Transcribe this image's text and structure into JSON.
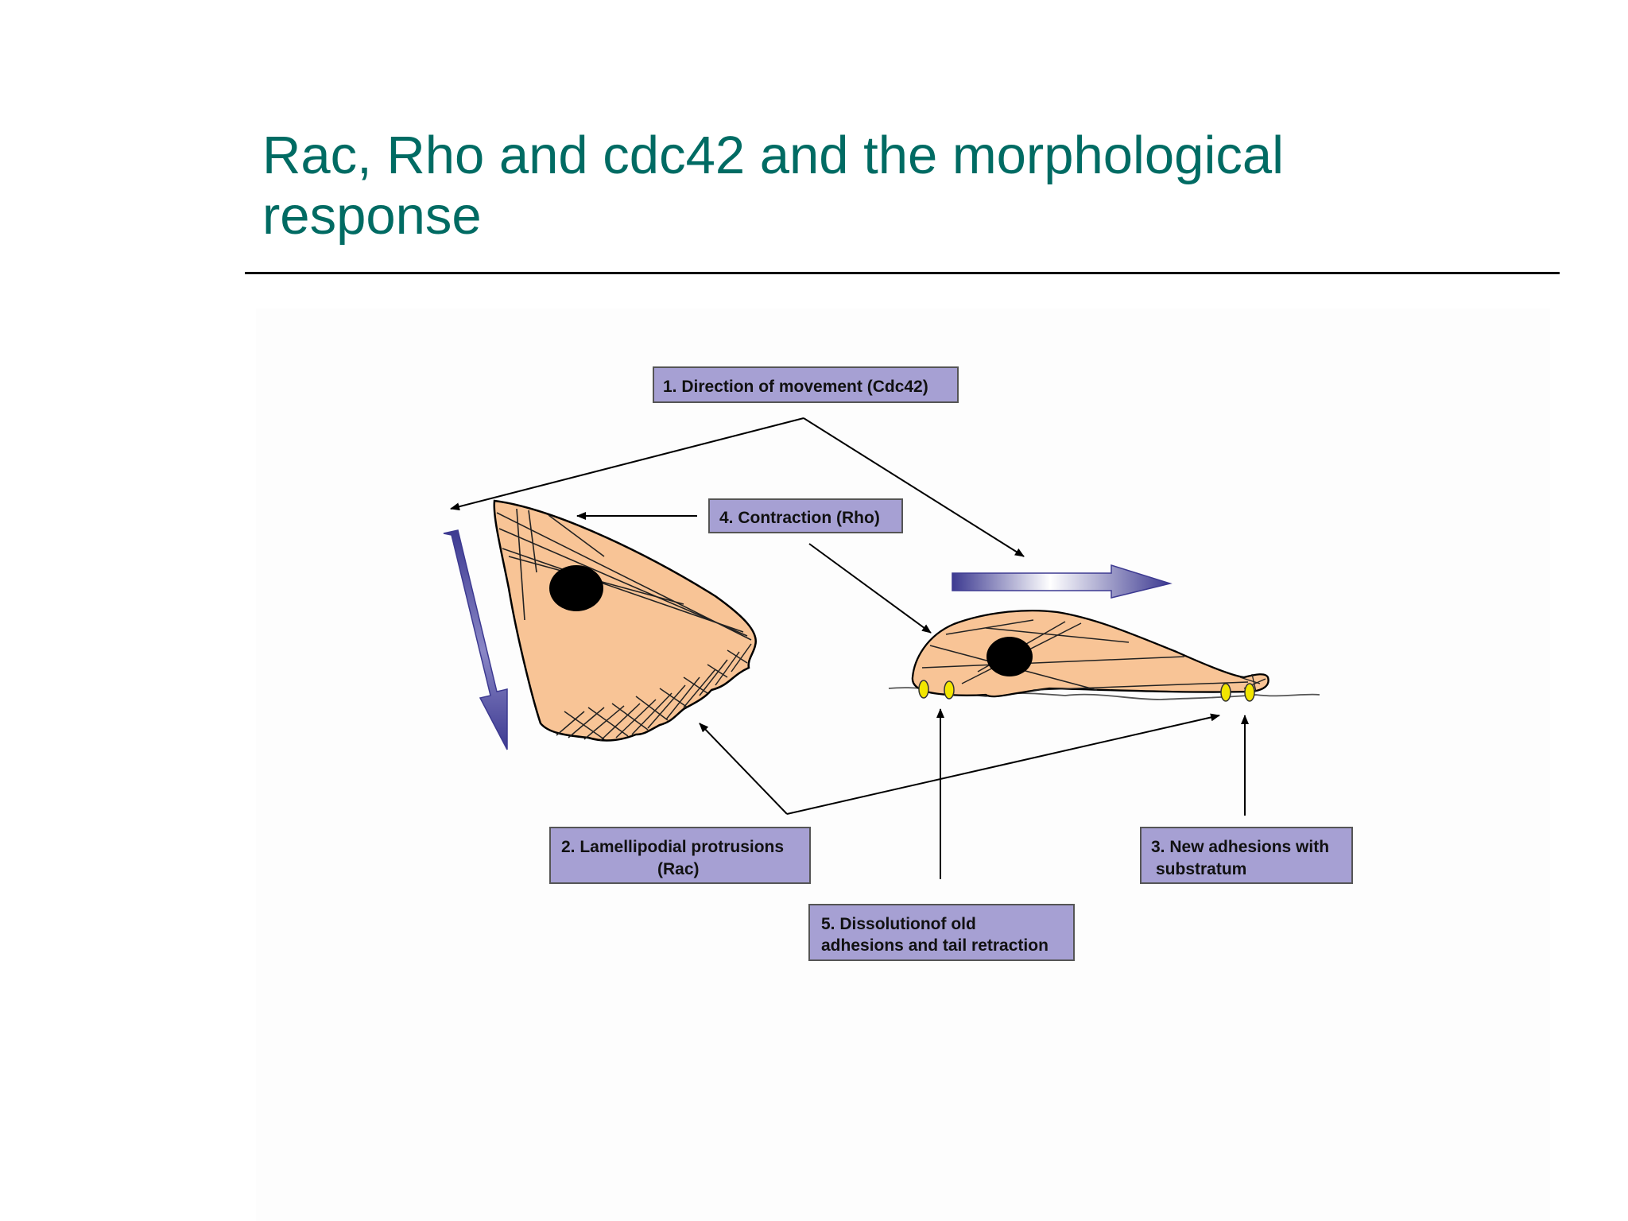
{
  "title": {
    "line1": "Rac, Rho and cdc42 and the morphological",
    "line2": "response"
  },
  "labels": {
    "direction": "1. Direction of movement (Cdc42)",
    "lamellipodial_line1": "2. Lamellipodial protrusions",
    "lamellipodial_line2": "(Rac)",
    "adhesions_line1": "3. New adhesions with",
    "adhesions_line2": "substratum",
    "contraction": "4. Contraction (Rho)",
    "dissolution_line1": "5. Dissolutionof old",
    "dissolution_line2": "adhesions and tail retraction"
  },
  "colors": {
    "title": "#006b63",
    "label_box_fill": "#a6a0d3",
    "cell_fill": "#f8c496",
    "nucleus": "#000000",
    "adhesion": "#f2e600",
    "movement_arrow": "#3d3a91"
  }
}
